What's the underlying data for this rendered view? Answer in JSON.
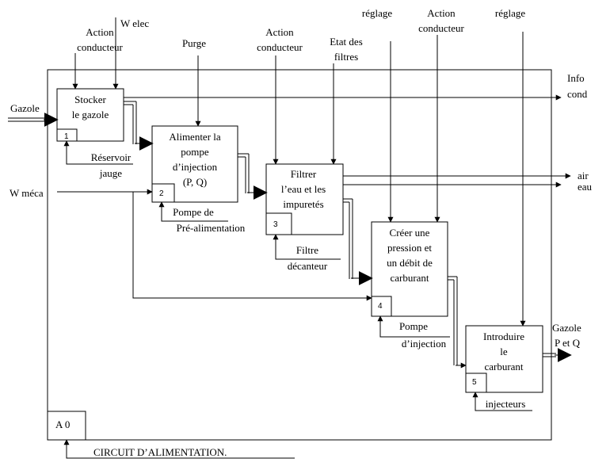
{
  "boxes": [
    {
      "lines": [
        "Stocker",
        "le gazole"
      ],
      "num": "1"
    },
    {
      "lines": [
        "Alimenter la",
        "pompe",
        "d’injection",
        "(P, Q)"
      ],
      "num": "2"
    },
    {
      "lines": [
        "Filtrer",
        "l’eau et les",
        "impuretés"
      ],
      "num": "3"
    },
    {
      "lines": [
        "Créer une",
        "pression et",
        "un débit de",
        "carburant"
      ],
      "num": "4"
    },
    {
      "lines": [
        "Introduire",
        "le",
        "carburant"
      ],
      "num": "5"
    }
  ],
  "controls": [
    {
      "lines": [
        "Action",
        "conducteur"
      ]
    },
    {
      "lines": [
        "W elec"
      ]
    },
    {
      "lines": [
        "Purge"
      ]
    },
    {
      "lines": [
        "Action",
        "conducteur"
      ]
    },
    {
      "lines": [
        "Etat des",
        "filtres"
      ]
    },
    {
      "lines": [
        "réglage"
      ]
    },
    {
      "lines": [
        "Action",
        "conducteur"
      ]
    },
    {
      "lines": [
        "réglage"
      ]
    }
  ],
  "inputs": [
    {
      "label": "Gazole"
    },
    {
      "label": "W méca"
    }
  ],
  "outputs": [
    {
      "lines": [
        "Info",
        "cond"
      ]
    },
    {
      "lines": [
        "air"
      ]
    },
    {
      "lines": [
        "eau"
      ]
    },
    {
      "lines": [
        "Gazole",
        "P et Q"
      ]
    }
  ],
  "mechanisms": [
    {
      "lines": [
        "Réservoir",
        "jauge"
      ]
    },
    {
      "lines": [
        "Pompe de",
        "Pré-alimentation"
      ]
    },
    {
      "lines": [
        "Filtre",
        "décanteur"
      ]
    },
    {
      "lines": [
        "Pompe",
        "d’injection"
      ]
    },
    {
      "lines": [
        "injecteurs"
      ]
    }
  ],
  "node_id": "A 0",
  "diagram_title": "CIRCUIT D’ALIMENTATION."
}
